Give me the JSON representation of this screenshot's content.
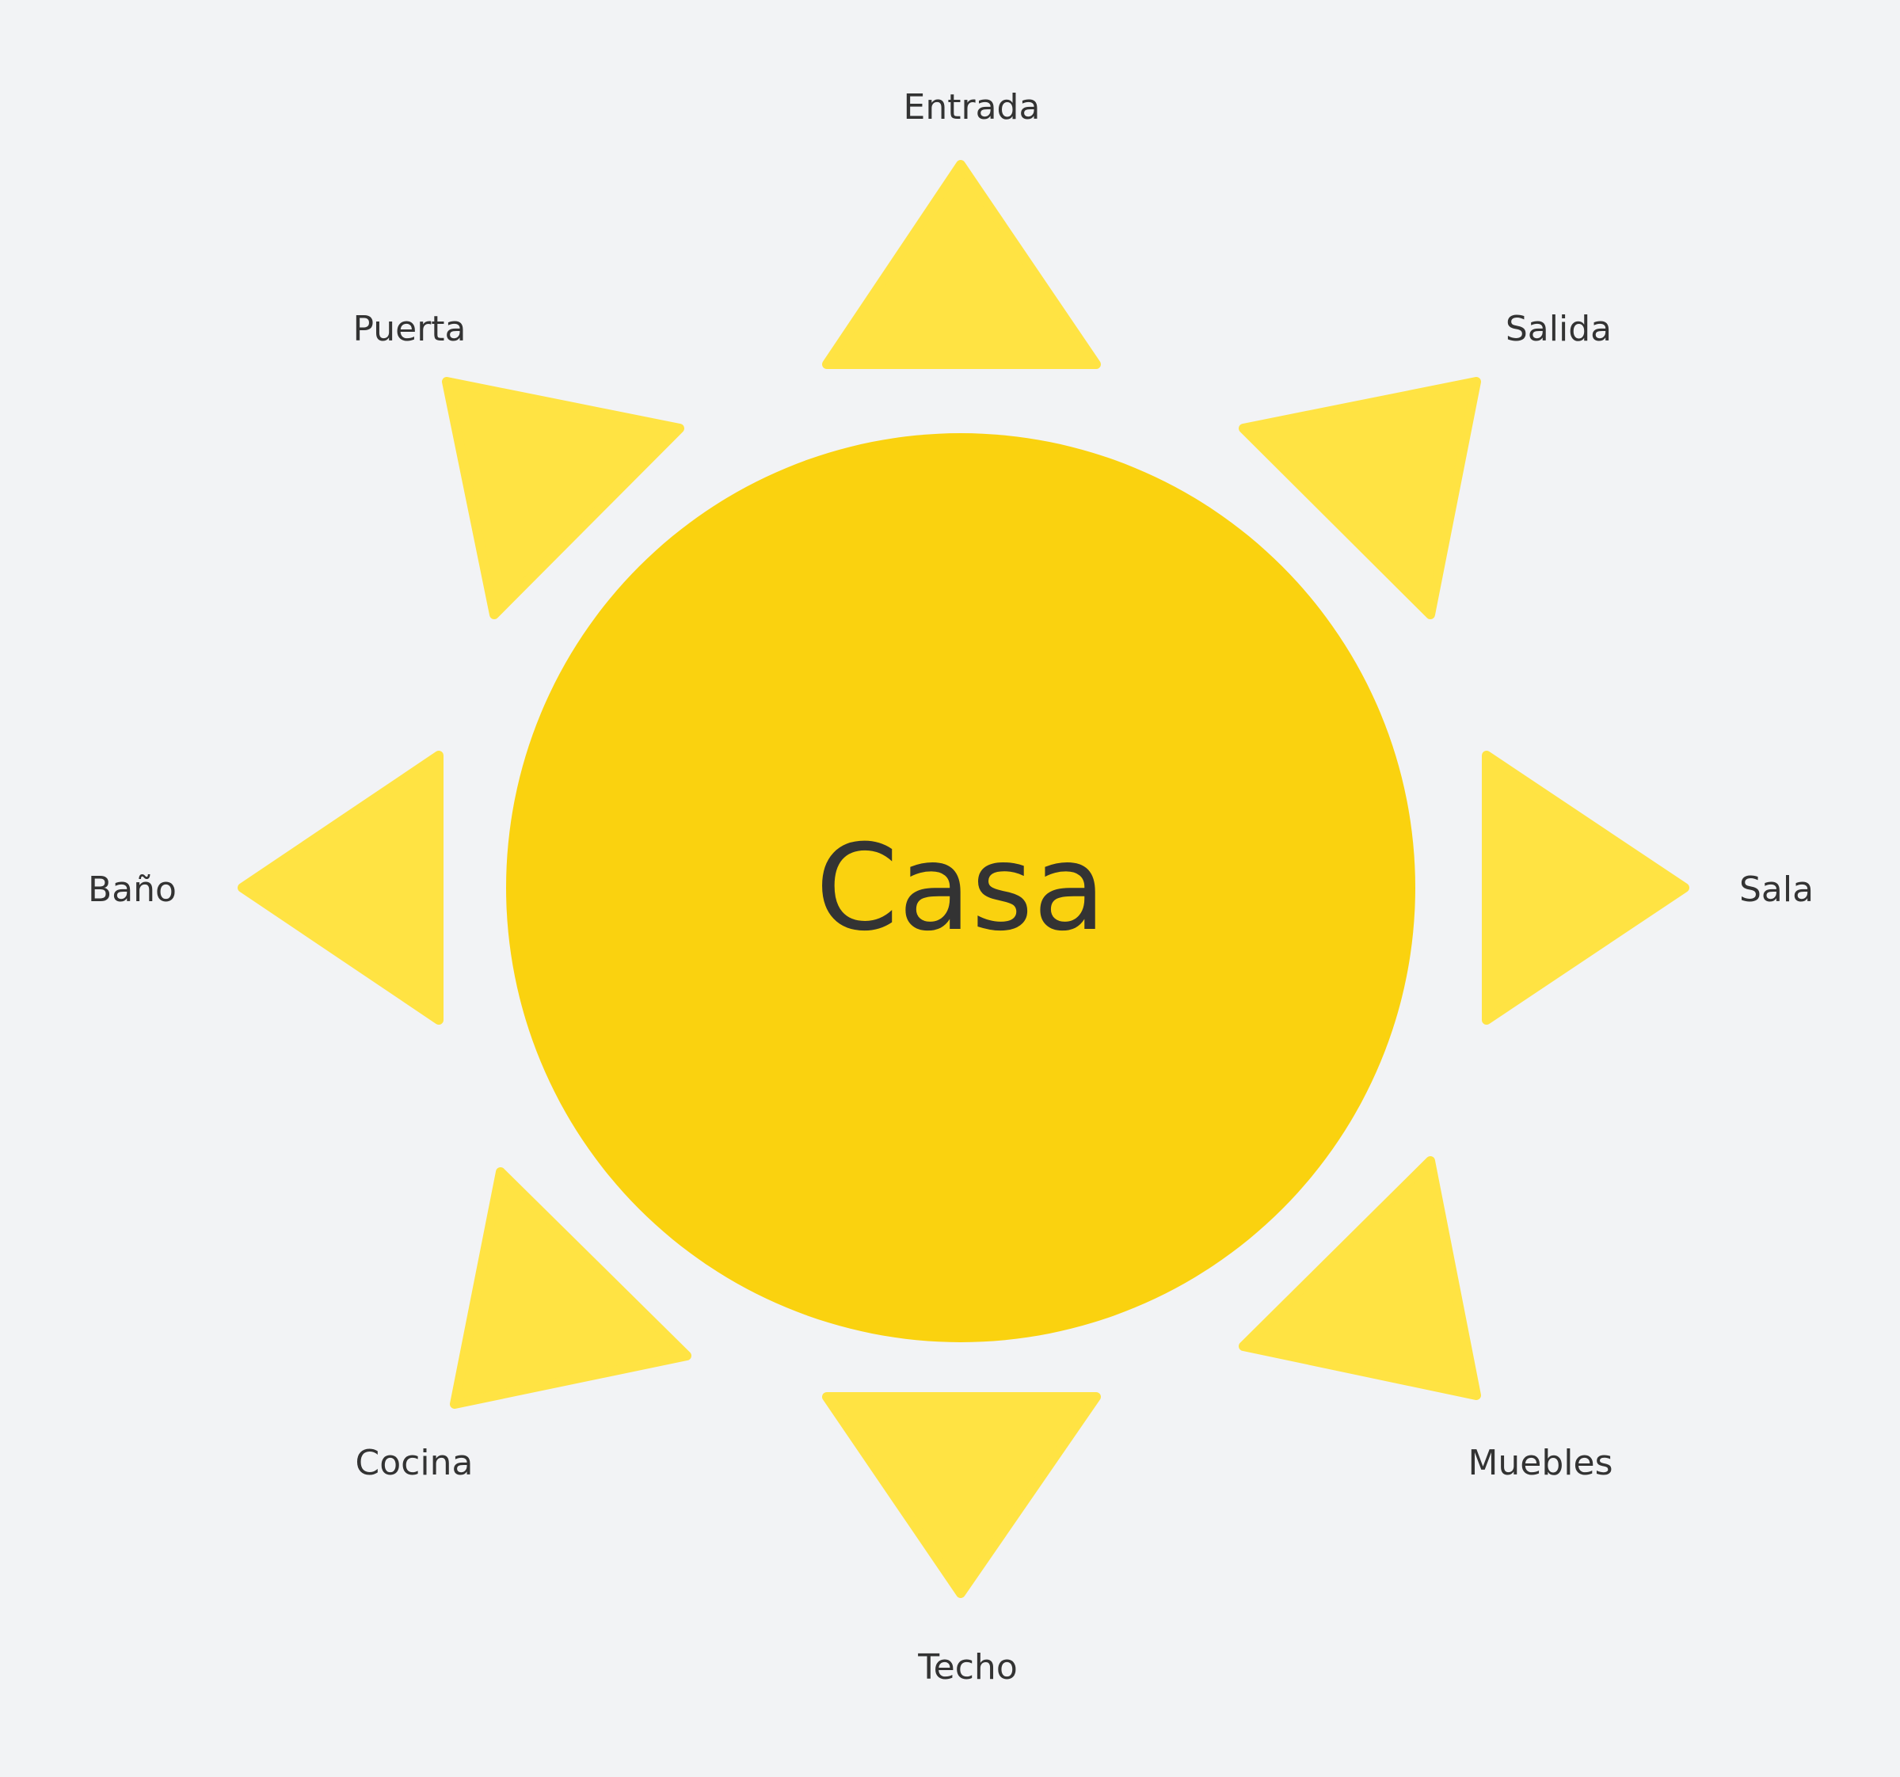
{
  "center": {
    "label": "Casa"
  },
  "nodes": [
    {
      "label": "Entrada"
    },
    {
      "label": "Salida"
    },
    {
      "label": "Sala"
    },
    {
      "label": "Muebles"
    },
    {
      "label": "Techo"
    },
    {
      "label": "Cocina"
    },
    {
      "label": "Baño"
    },
    {
      "label": "Puerta"
    }
  ],
  "colors": {
    "background": "#f2f3f5",
    "center": "#fad20f",
    "ray": "#ffe343",
    "text": "#333333"
  }
}
